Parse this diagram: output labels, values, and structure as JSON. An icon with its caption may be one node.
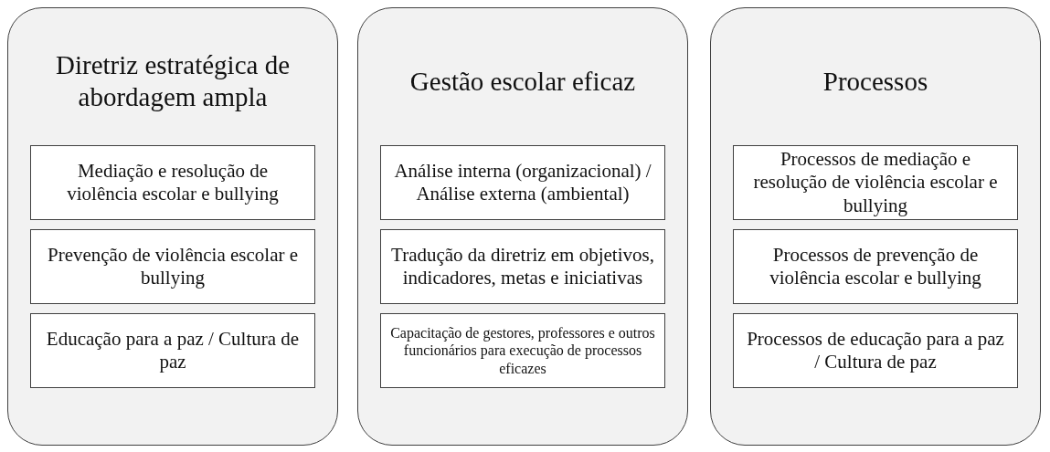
{
  "diagram": {
    "nodes": [
      {
        "text": [
          "Diretriz estratégica de abordagem ampla"
        ]
      },
      {
        "text": [
          "Mediação e resolução de violência escolar e bullying"
        ],
        "in": 0
      },
      {
        "text": [
          "Prevenção de violência escolar e bullying"
        ],
        "in": 0
      },
      {
        "text": [
          "Educação para a paz / Cultura de paz"
        ],
        "in": 0
      },
      {
        "text": [
          "Gestão escolar eficaz"
        ]
      },
      {
        "text": [
          "Análise interna (organizacional) / Análise externa (ambiental)"
        ],
        "in": 4
      },
      {
        "text": [
          "Tradução da diretriz em objetivos, indicadores, metas e iniciativas"
        ],
        "in": 4
      },
      {
        "text": [
          "Capacitação de gestores, professores e outros funcionários para execução de processos eficazes"
        ],
        "in": 4
      },
      {
        "text": [
          "Processos"
        ]
      },
      {
        "text": [
          "Processos de mediação e resolução de violência escolar e bullying"
        ],
        "in": 8
      },
      {
        "text": [
          "Processos de prevenção de violência escolar e bullying"
        ],
        "in": 8
      },
      {
        "text": [
          "Processos de educação para a paz / Cultura de paz"
        ],
        "in": 8
      }
    ],
    "edges": []
  }
}
